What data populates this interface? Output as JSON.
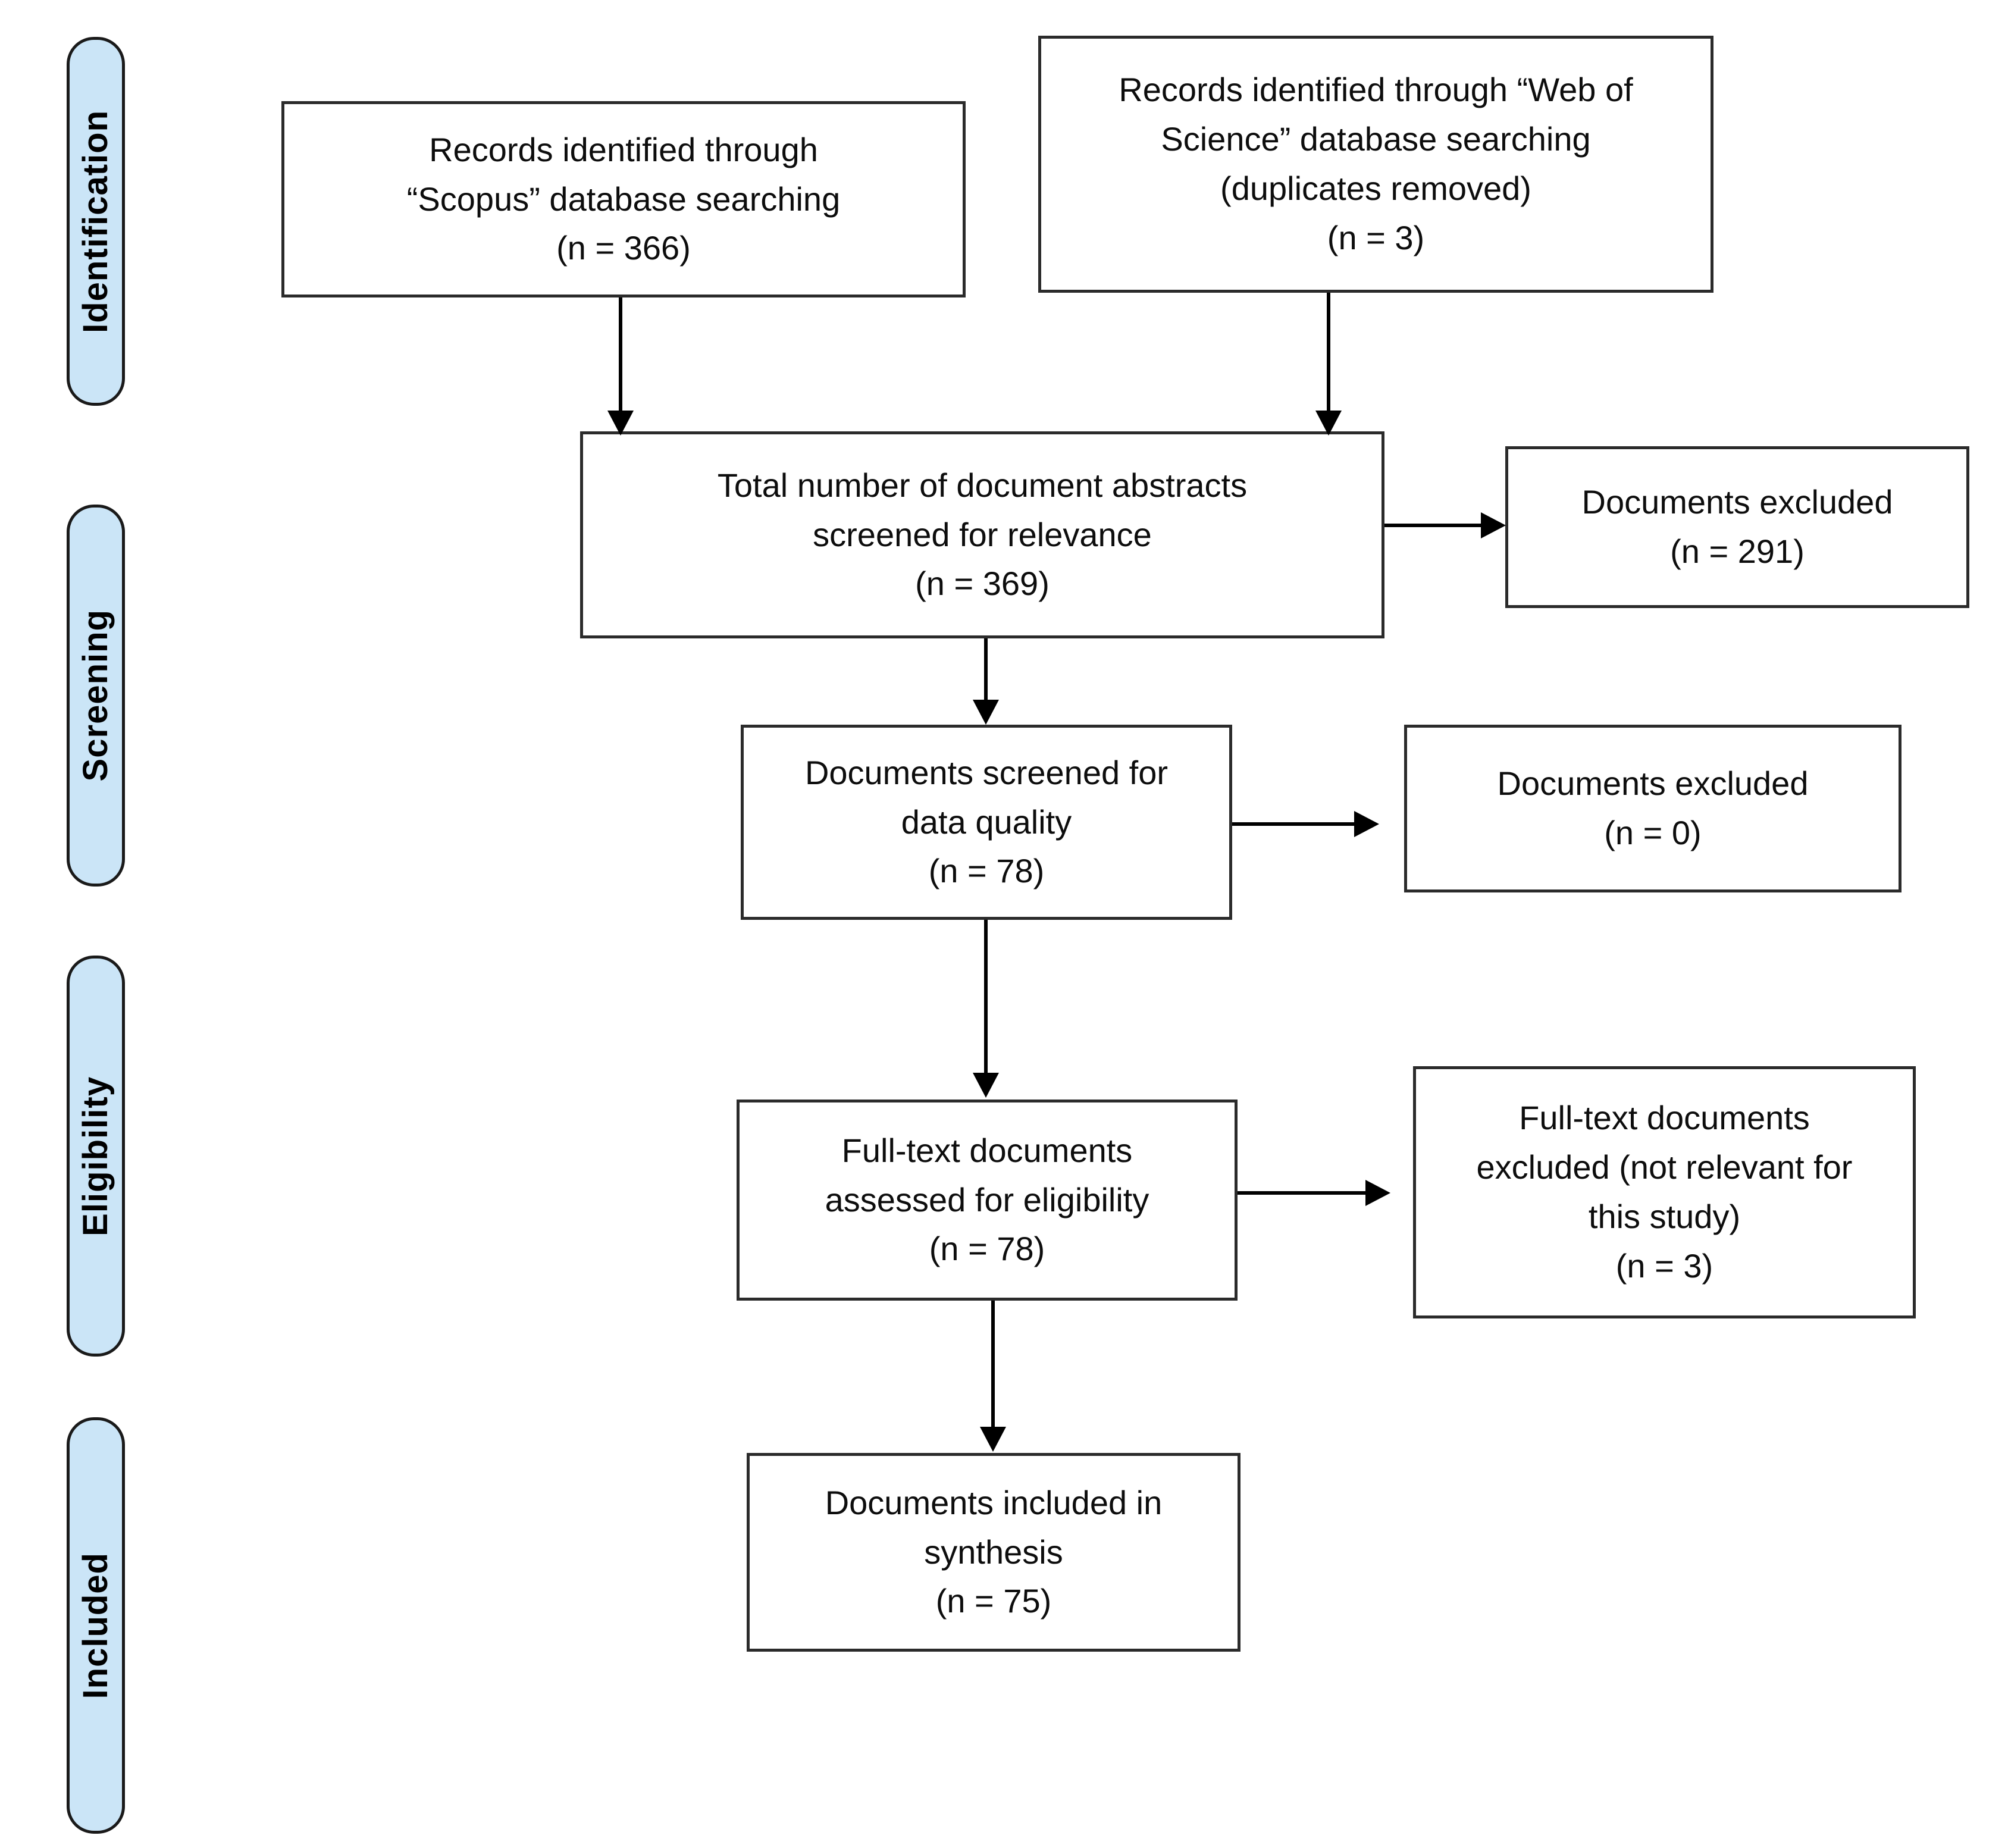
{
  "diagram": {
    "type": "prisma-flow-diagram",
    "colors": {
      "stage_fill": "#cbe5f7",
      "stage_border": "#1a1a1a",
      "box_border": "#2b2b2b",
      "box_fill": "#ffffff",
      "connector": "#000000",
      "text": "#000000"
    },
    "stages": [
      {
        "id": "identification",
        "label": "Identification"
      },
      {
        "id": "screening",
        "label": "Screening"
      },
      {
        "id": "eligibility",
        "label": "Eligibility"
      },
      {
        "id": "included",
        "label": "Included"
      }
    ],
    "boxes": [
      {
        "id": "scopus-records",
        "stage": "identification",
        "text": "Records identified through\n“Scopus” database searching\n(n = 366)",
        "count_label": "(n = 366)",
        "count": 366
      },
      {
        "id": "wos-records",
        "stage": "identification",
        "text": "Records identified through “Web of\nScience” database searching\n(duplicates removed)\n(n = 3)",
        "count_label": "(n = 3)",
        "count": 3
      },
      {
        "id": "abstracts-screened",
        "stage": "screening",
        "text": "Total number of document abstracts\nscreened for relevance\n(n = 369)",
        "count_label": "(n = 369)",
        "count": 369
      },
      {
        "id": "excluded-abstracts",
        "stage": "screening",
        "text": "Documents excluded\n(n = 291)",
        "count_label": "(n = 291)",
        "count": 291
      },
      {
        "id": "screened-data-quality",
        "stage": "screening",
        "text": "Documents screened for\ndata quality\n(n = 78)",
        "count_label": "(n = 78)",
        "count": 78
      },
      {
        "id": "excluded-data-quality",
        "stage": "screening",
        "text": "Documents excluded\n(n = 0)",
        "count_label": "(n = 0)",
        "count": 0
      },
      {
        "id": "fulltext-assessed",
        "stage": "eligibility",
        "text": "Full-text documents\nassessed for eligibility\n(n = 78)",
        "count_label": "(n = 78)",
        "count": 78
      },
      {
        "id": "fulltext-excluded",
        "stage": "eligibility",
        "text": "Full-text documents\nexcluded (not relevant for\nthis study)\n(n = 3)",
        "count_label": "(n = 3)",
        "count": 3
      },
      {
        "id": "included-synthesis",
        "stage": "included",
        "text": "Documents included in\nsynthesis\n(n = 75)",
        "count_label": "(n = 75)",
        "count": 75
      }
    ],
    "connections": [
      {
        "from": "scopus-records",
        "to": "abstracts-screened",
        "direction": "down"
      },
      {
        "from": "wos-records",
        "to": "abstracts-screened",
        "direction": "down"
      },
      {
        "from": "abstracts-screened",
        "to": "excluded-abstracts",
        "direction": "right"
      },
      {
        "from": "abstracts-screened",
        "to": "screened-data-quality",
        "direction": "down"
      },
      {
        "from": "screened-data-quality",
        "to": "excluded-data-quality",
        "direction": "right"
      },
      {
        "from": "screened-data-quality",
        "to": "fulltext-assessed",
        "direction": "down"
      },
      {
        "from": "fulltext-assessed",
        "to": "fulltext-excluded",
        "direction": "right"
      },
      {
        "from": "fulltext-assessed",
        "to": "included-synthesis",
        "direction": "down"
      }
    ]
  }
}
